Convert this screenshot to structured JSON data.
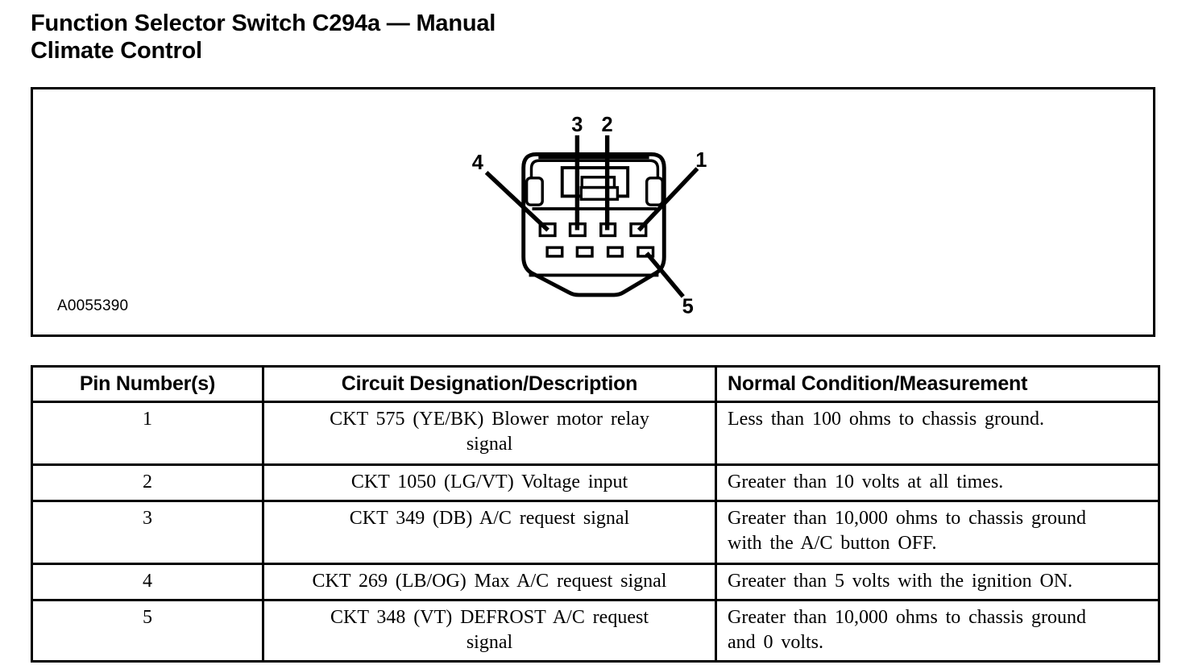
{
  "page": {
    "title_line1": "Function Selector Switch C294a — Manual",
    "title_line2": "Climate Control"
  },
  "figure": {
    "figure_id": "A0055390",
    "callouts": {
      "pin1": "1",
      "pin2": "2",
      "pin3": "3",
      "pin4": "4",
      "pin5": "5"
    }
  },
  "table": {
    "headers": [
      "Pin Number(s)",
      "Circuit Designation/Description",
      "Normal Condition/Measurement"
    ],
    "rows": [
      {
        "pin": "1",
        "circuit": "CKT 575 (YE/BK) Blower motor relay\nsignal",
        "condition": "Less than 100 ohms to chassis ground."
      },
      {
        "pin": "2",
        "circuit": "CKT 1050 (LG/VT) Voltage input",
        "condition": "Greater than 10 volts at all times."
      },
      {
        "pin": "3",
        "circuit": "CKT 349 (DB) A/C request signal",
        "condition": "Greater than 10,000 ohms to chassis ground\nwith the A/C button OFF."
      },
      {
        "pin": "4",
        "circuit": "CKT 269 (LB/OG) Max A/C request signal",
        "condition": "Greater than 5 volts with the ignition ON."
      },
      {
        "pin": "5",
        "circuit": "CKT 348 (VT) DEFROST A/C request\nsignal",
        "condition": "Greater than 10,000 ohms to chassis ground\nand 0 volts."
      }
    ]
  },
  "colors": {
    "ink": "#000000",
    "paper": "#ffffff"
  }
}
